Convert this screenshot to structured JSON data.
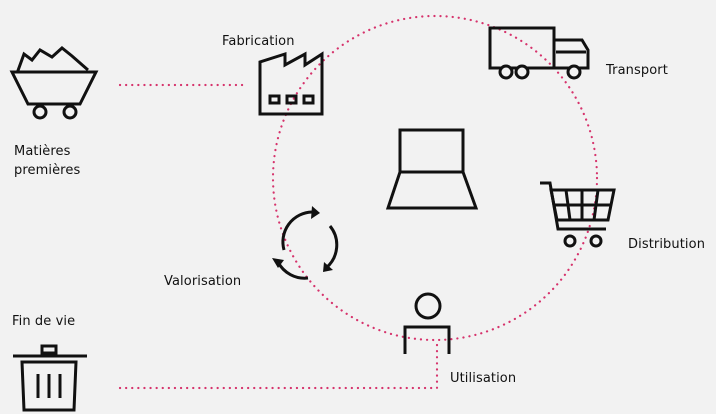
{
  "diagram": {
    "labels": {
      "raw_materials_line1": "Matières",
      "raw_materials_line2": "premières",
      "manufacturing": "Fabrication",
      "transport": "Transport",
      "distribution": "Distribution",
      "use": "Utilisation",
      "recovery": "Valorisation",
      "end_of_life": "Fin de vie"
    },
    "icons": {
      "raw_materials": "mine-cart-icon",
      "manufacturing": "factory-icon",
      "transport": "truck-icon",
      "distribution": "shopping-cart-icon",
      "use": "person-icon",
      "recovery": "recycle-arrows-icon",
      "end_of_life": "trash-bin-icon",
      "center": "laptop-icon"
    },
    "colors": {
      "connector": "#d6336c",
      "icon_stroke": "#111111",
      "background": "#f2f2f2"
    }
  }
}
